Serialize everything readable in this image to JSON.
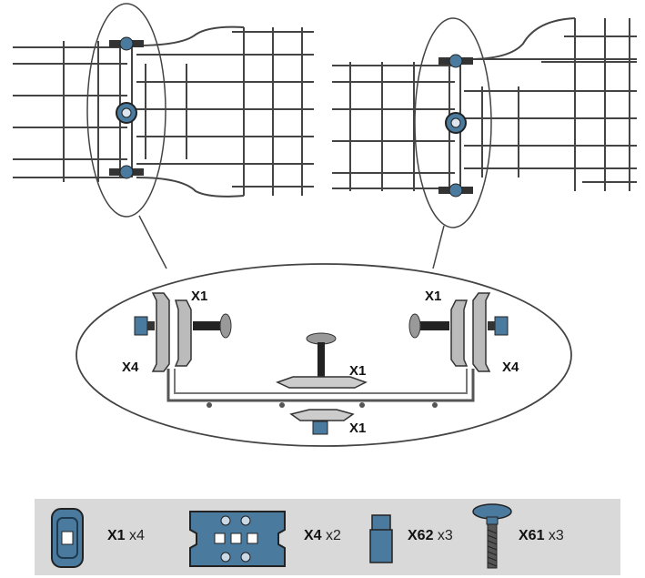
{
  "callouts": {
    "left_top": "X1",
    "left_side": "X4",
    "right_top": "X1",
    "right_side": "X4",
    "center_bolt": "X1",
    "center_bottom": "X1"
  },
  "parts": [
    {
      "code": "X1",
      "qty": "x4",
      "icon": "plate-connector-icon"
    },
    {
      "code": "X4",
      "qty": "x2",
      "icon": "splice-plate-icon"
    },
    {
      "code": "X62",
      "qty": "x3",
      "icon": "nut-icon"
    },
    {
      "code": "X61",
      "qty": "x3",
      "icon": "carriage-bolt-icon"
    }
  ],
  "colors": {
    "steel": "#444444",
    "part_blue": "#4a7a9e",
    "bar_bg": "#d9d9d9"
  }
}
